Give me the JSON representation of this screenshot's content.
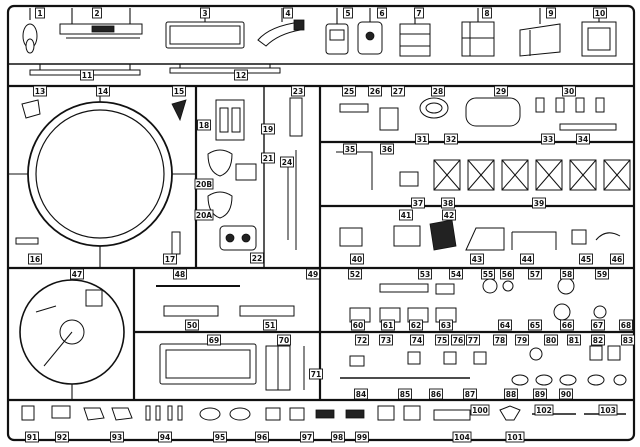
{
  "sprue_labels": [
    "1",
    "2",
    "3",
    "4",
    "5",
    "6",
    "7",
    "8",
    "9",
    "10",
    "11",
    "12",
    "13",
    "14",
    "15",
    "16",
    "17",
    "18",
    "19",
    "20A",
    "20B",
    "21",
    "22",
    "23",
    "24",
    "25",
    "26",
    "27",
    "28",
    "29",
    "30",
    "31",
    "32",
    "33",
    "34",
    "35",
    "36",
    "37",
    "38",
    "39",
    "40",
    "41",
    "42",
    "43",
    "44",
    "45",
    "46",
    "47",
    "48",
    "49",
    "50",
    "51",
    "52",
    "53",
    "54",
    "55",
    "56",
    "57",
    "58",
    "59",
    "60",
    "61",
    "62",
    "63",
    "64",
    "65",
    "66",
    "67",
    "68",
    "69",
    "70",
    "71",
    "72",
    "73",
    "74",
    "75",
    "76",
    "77",
    "78",
    "79",
    "80",
    "81",
    "82",
    "83",
    "84",
    "85",
    "86",
    "87",
    "88",
    "89",
    "90",
    "91",
    "92",
    "93",
    "94",
    "95",
    "96",
    "97",
    "98",
    "99",
    "100",
    "101",
    "102",
    "103",
    "104"
  ],
  "colors": {
    "line": "#111111",
    "background": "#ffffff"
  }
}
